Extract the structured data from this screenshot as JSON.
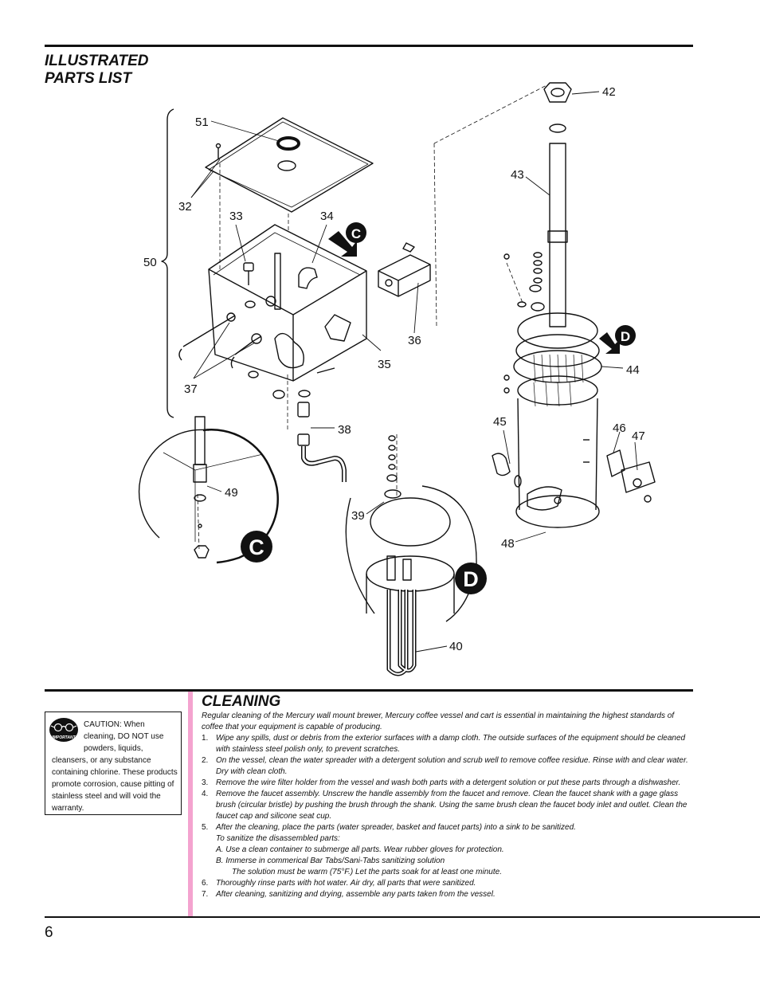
{
  "header": {
    "title_line1": "ILLUSTRATED",
    "title_line2": "PARTS LIST"
  },
  "diagram": {
    "part_labels": {
      "p32": "32",
      "p33": "33",
      "p34": "34",
      "p35": "35",
      "p36": "36",
      "p37": "37",
      "p38": "38",
      "p39": "39",
      "p40": "40",
      "p42": "42",
      "p43": "43",
      "p44": "44",
      "p45": "45",
      "p46": "46",
      "p47": "47",
      "p48": "48",
      "p49": "49",
      "p50": "50",
      "p51": "51"
    },
    "callouts": {
      "c_small": "C",
      "d_small": "D",
      "c_large": "C",
      "d_large": "D"
    }
  },
  "caution": {
    "icon": "important-goggles-icon",
    "icon_text": "IMPORTANT",
    "text": "CAUTION: When cleaning, DO NOT use powders, liquids, cleansers, or any substance containing chlorine. These products promote corrosion, cause pitting of stainless steel and will void the warranty."
  },
  "cleaning": {
    "title": "CLEANING",
    "intro": "Regular cleaning of the Mercury wall mount brewer, Mercury coffee vessel and cart is essential in maintaining the highest standards of coffee that your equipment is capable of producing.",
    "steps": [
      {
        "num": "1.",
        "text": "Wipe any spills, dust or debris from the exterior surfaces with a damp cloth. The outside surfaces of the equipment should be cleaned with stainless steel polish only, to prevent scratches."
      },
      {
        "num": "2.",
        "text": "On the vessel, clean the water spreader with a detergent solution and scrub well to remove coffee residue. Rinse with and clear water. Dry with clean cloth."
      },
      {
        "num": "3.",
        "text": "Remove the wire filter holder from the vessel and wash both parts with a detergent solution or put these parts through a dishwasher."
      },
      {
        "num": "4.",
        "text": "Remove the faucet assembly. Unscrew the handle assembly from the faucet and remove. Clean the faucet shank with a gage glass brush (circular bristle) by pushing the brush through the shank. Using the same brush clean the faucet body inlet and outlet. Clean the faucet cap and silicone seat cup."
      },
      {
        "num": "5.",
        "text": "After the cleaning, place the parts (water spreader, basket and faucet parts) into a sink to be sanitized.",
        "sub": [
          "To sanitize the disassembled parts:",
          "A.  Use a clean container to submerge all parts.  Wear rubber gloves for protection.",
          "B.  Immerse in commerical Bar Tabs/Sani-Tabs sanitizing solution"
        ],
        "sub_indent": "The solution must be warm (75°F.) Let the parts soak for at least one minute."
      },
      {
        "num": "6.",
        "text": "Thoroughly rinse parts with hot water. Air dry, all parts that were sanitized."
      },
      {
        "num": "7.",
        "text": "After cleaning, sanitizing and drying, assemble any parts taken from the vessel."
      }
    ]
  },
  "footer": {
    "page_number": "6"
  }
}
